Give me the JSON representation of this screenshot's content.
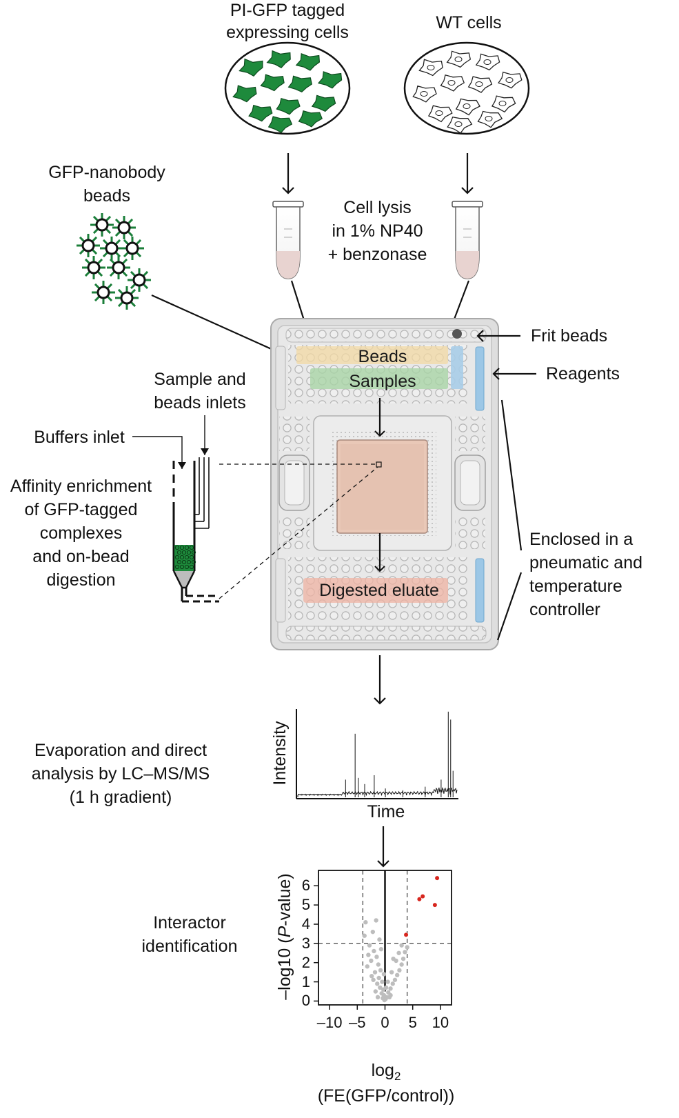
{
  "top": {
    "pi_gfp_label_1": "PI-GFP tagged",
    "pi_gfp_label_2": "expressing cells",
    "wt_label": "WT cells"
  },
  "beads_block": {
    "label_1": "GFP-nanobody",
    "label_2": "beads"
  },
  "lysis": {
    "line_1": "Cell lysis",
    "line_2": "in 1% NP40",
    "line_3": "+ benzonase"
  },
  "chip": {
    "frit_beads": "Frit beads",
    "reagents": "Reagents",
    "beads_row": "Beads",
    "samples_row": "Samples",
    "digested_row": "Digested eluate",
    "enclosed_1": "Enclosed in a",
    "enclosed_2": "pneumatic and",
    "enclosed_3": "temperature",
    "enclosed_4": "controller"
  },
  "column": {
    "sample_inlet_1": "Sample and",
    "sample_inlet_2": "beads inlets",
    "buffers_inlet": "Buffers inlet",
    "affinity_1": "Affinity enrichment",
    "affinity_2": "of GFP-tagged",
    "affinity_3": "complexes",
    "affinity_4": "and on-bead",
    "affinity_5": "digestion"
  },
  "ms": {
    "line_1": "Evaporation and direct",
    "line_2": "analysis by LC–MS/MS",
    "line_3": "(1 h gradient)",
    "ylabel": "Intensity",
    "xlabel": "Time"
  },
  "volcano": {
    "label_1": "Interactor",
    "label_2": "identification",
    "ylabel_prefix": "–log10 (",
    "ylabel_italic": "P",
    "ylabel_suffix": "-value)",
    "xlabel_1": "log",
    "xlabel_sub": "2",
    "xlabel_2": "(FE(GFP/control))"
  },
  "colors": {
    "gfp_green": "#1e8a3c",
    "bead_green": "#1b7f3a",
    "chip_gray": "#d9d9d9",
    "beads_row": "#f3d9a4",
    "samples_row": "#a9d5a6",
    "reagent_blue": "#a8cde8",
    "digest_red": "#efb3a3",
    "significant_red": "#d7261e",
    "nonsig_gray": "#bdbdbd"
  },
  "chart_data": [
    {
      "type": "line",
      "title": "",
      "xlabel": "Time",
      "ylabel": "Intensity",
      "grid": false,
      "peaks": [
        {
          "x": 0.36,
          "y": 0.72
        },
        {
          "x": 0.3,
          "y": 0.2
        },
        {
          "x": 0.38,
          "y": 0.22
        },
        {
          "x": 0.48,
          "y": 0.25
        },
        {
          "x": 0.42,
          "y": 0.15
        },
        {
          "x": 0.55,
          "y": 0.1
        },
        {
          "x": 0.66,
          "y": 0.08
        },
        {
          "x": 0.8,
          "y": 0.12
        },
        {
          "x": 0.9,
          "y": 0.2
        },
        {
          "x": 0.945,
          "y": 0.97
        },
        {
          "x": 0.96,
          "y": 0.88
        },
        {
          "x": 0.975,
          "y": 0.3
        }
      ]
    },
    {
      "type": "scatter",
      "title": "",
      "xlabel": "log2 (FE(GFP/control))",
      "ylabel": "–log10 (P-value)",
      "xlim": [
        -12,
        12
      ],
      "ylim": [
        -0.2,
        6.8
      ],
      "xticks": [
        -10,
        -5,
        0,
        5,
        10
      ],
      "xtick_labels": [
        "–10",
        "–5",
        "0",
        "5",
        "10"
      ],
      "yticks": [
        0,
        1,
        2,
        3,
        4,
        5,
        6
      ],
      "ytick_labels": [
        "0",
        "1",
        "2",
        "3",
        "4",
        "5",
        "6"
      ],
      "thresholds": {
        "x": [
          -4,
          4
        ],
        "y": 3
      },
      "series": [
        {
          "significant": true,
          "color": "#d7261e",
          "points": [
            [
              6.2,
              5.3
            ],
            [
              6.8,
              5.45
            ],
            [
              9.4,
              6.4
            ],
            [
              9.0,
              5.0
            ],
            [
              3.8,
              3.45
            ]
          ]
        },
        {
          "significant": false,
          "color": "#bdbdbd",
          "points": [
            [
              -3.5,
              4.1
            ],
            [
              -1.6,
              4.2
            ],
            [
              -2.2,
              3.6
            ],
            [
              -1.0,
              3.2
            ],
            [
              -2.8,
              2.9
            ],
            [
              -2.0,
              2.6
            ],
            [
              -1.5,
              2.3
            ],
            [
              -2.5,
              2.1
            ],
            [
              -1.2,
              1.9
            ],
            [
              -3.2,
              1.8
            ],
            [
              -0.8,
              1.6
            ],
            [
              -1.8,
              1.5
            ],
            [
              -2.4,
              1.3
            ],
            [
              -1.1,
              1.2
            ],
            [
              -0.5,
              1.0
            ],
            [
              -1.4,
              0.9
            ],
            [
              -0.9,
              0.7
            ],
            [
              -0.3,
              0.6
            ],
            [
              -0.6,
              0.4
            ],
            [
              -0.2,
              0.3
            ],
            [
              -0.4,
              0.15
            ],
            [
              0.1,
              0.1
            ],
            [
              -0.1,
              0.05
            ],
            [
              0.3,
              0.2
            ],
            [
              0.6,
              0.45
            ],
            [
              1.0,
              0.65
            ],
            [
              1.4,
              0.9
            ],
            [
              1.8,
              1.1
            ],
            [
              2.2,
              1.35
            ],
            [
              2.6,
              1.6
            ],
            [
              3.0,
              1.9
            ],
            [
              3.3,
              2.2
            ],
            [
              3.6,
              2.55
            ],
            [
              2.0,
              2.1
            ],
            [
              4.0,
              2.8
            ],
            [
              3.0,
              2.9
            ],
            [
              1.5,
              2.2
            ],
            [
              -3.0,
              2.4
            ],
            [
              -2.1,
              1.1
            ],
            [
              -0.2,
              1.4
            ],
            [
              0.5,
              1.0
            ],
            [
              1.2,
              1.5
            ],
            [
              -1.7,
              0.5
            ],
            [
              0.8,
              0.2
            ],
            [
              2.5,
              2.5
            ],
            [
              -3.7,
              3.4
            ],
            [
              -0.7,
              2.7
            ],
            [
              1.0,
              0.3
            ],
            [
              -1.3,
              0.2
            ],
            [
              0.2,
              0.7
            ]
          ]
        }
      ]
    }
  ]
}
